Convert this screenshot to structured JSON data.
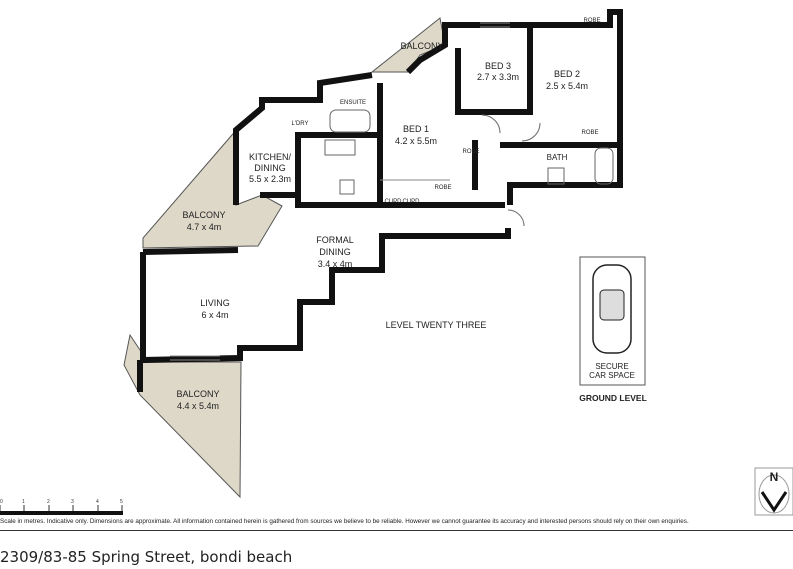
{
  "rooms": {
    "balcony_top": {
      "name": "BALCONY"
    },
    "bed3": {
      "name": "BED 3",
      "size": "2.7 x 3.3m"
    },
    "bed2": {
      "name": "BED 2",
      "size": "2.5 x 5.4m"
    },
    "bed1": {
      "name": "BED 1",
      "size": "4.2 x 5.5m"
    },
    "robe_labels": [
      "ROBE",
      "ROBE",
      "ROBE",
      "ROBE"
    ],
    "bath": {
      "name": "BATH"
    },
    "ensuite": {
      "name": "ENSUITE"
    },
    "laundry": {
      "name": "L'DRY"
    },
    "kitchen": {
      "name": "KITCHEN/",
      "name2": "DINING",
      "size": "5.5 x 2.3m"
    },
    "balcony_left": {
      "name": "BALCONY",
      "size": "4.7 x 4m"
    },
    "formal_dining": {
      "name": "FORMAL",
      "name2": "DINING",
      "size": "3.4 x 4m"
    },
    "living": {
      "name": "LIVING",
      "size": "6 x 4m"
    },
    "balcony_bottom": {
      "name": "BALCONY",
      "size": "4.4 x 5.4m"
    },
    "cupboards": [
      "CUPD",
      "CUPD"
    ]
  },
  "level_label": "LEVEL TWENTY THREE",
  "car_space": {
    "line1": "SECURE",
    "line2": "CAR SPACE",
    "level": "GROUND LEVEL"
  },
  "scale": {
    "ticks": [
      "0",
      "1",
      "2",
      "3",
      "4",
      "5"
    ]
  },
  "north_label": "N",
  "disclaimer": "Scale in metres. Indicative only. Dimensions are approximate. All information contained herein is gathered from sources we believe to be reliable. However we cannot guarantee its accuracy and interested persons should rely on their own enquiries.",
  "address": "2309/83-85 Spring Street, bondi beach",
  "colors": {
    "balcony_fill": "#ddd8c8",
    "wall": "#111111"
  }
}
